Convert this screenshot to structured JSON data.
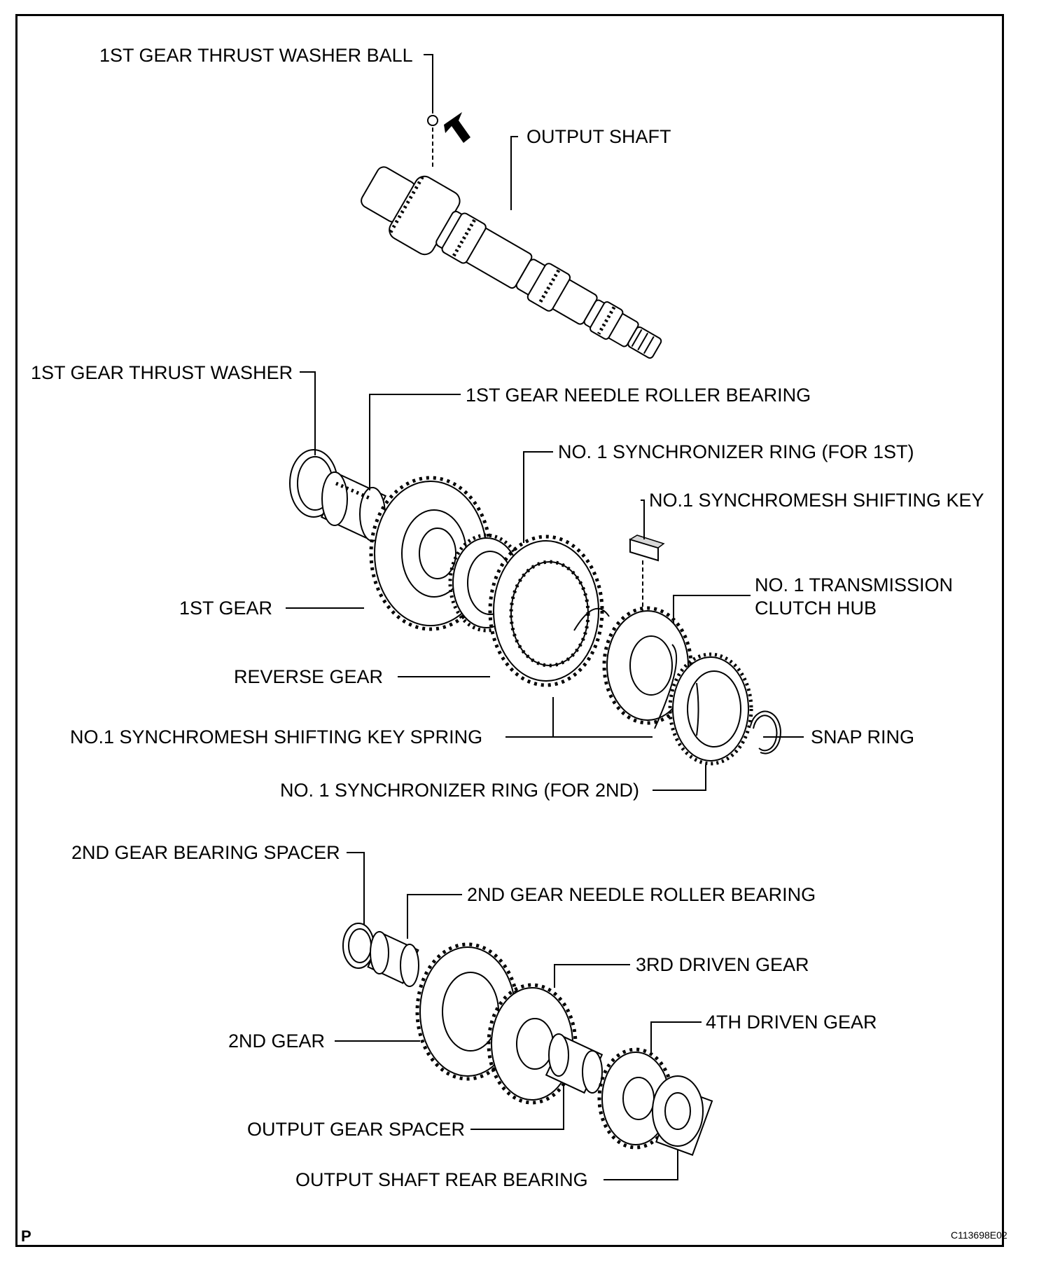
{
  "labels": {
    "thrust_washer_ball": "1ST GEAR THRUST WASHER BALL",
    "output_shaft": "OUTPUT SHAFT",
    "thrust_washer": "1ST GEAR THRUST WASHER",
    "needle_bearing_1st": "1ST GEAR NEEDLE ROLLER BEARING",
    "sync_ring_1st": "NO. 1 SYNCHRONIZER RING (FOR 1ST)",
    "shifting_key": "NO.1 SYNCHROMESH SHIFTING KEY",
    "clutch_hub_line1": "NO. 1 TRANSMISSION",
    "clutch_hub_line2": "CLUTCH HUB",
    "first_gear": "1ST GEAR",
    "reverse_gear": "REVERSE GEAR",
    "key_spring": "NO.1 SYNCHROMESH SHIFTING KEY SPRING",
    "snap_ring": "SNAP RING",
    "sync_ring_2nd": "NO. 1 SYNCHRONIZER RING (FOR 2ND)",
    "bearing_spacer_2nd": "2ND GEAR BEARING SPACER",
    "needle_bearing_2nd": "2ND GEAR NEEDLE ROLLER BEARING",
    "third_driven": "3RD DRIVEN GEAR",
    "fourth_driven": "4TH DRIVEN GEAR",
    "second_gear": "2ND GEAR",
    "output_gear_spacer": "OUTPUT GEAR SPACER",
    "rear_bearing": "OUTPUT SHAFT REAR BEARING"
  },
  "corner_mark": "P",
  "figure_code": "C113698E02"
}
